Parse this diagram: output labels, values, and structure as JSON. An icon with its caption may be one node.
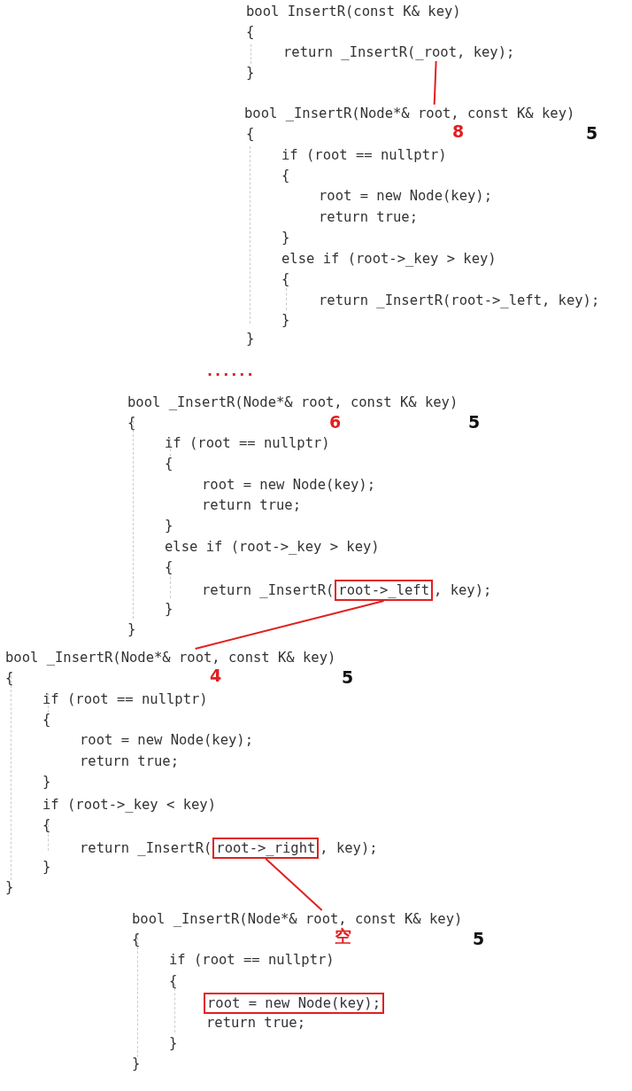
{
  "diagram": {
    "nodes": [
      {
        "text": [
          "_root"
        ]
      },
      {
        "text": [
          "root"
        ]
      },
      {
        "text": [
          "root->_left"
        ]
      },
      {
        "text": [
          "root"
        ]
      },
      {
        "text": [
          "root->_right"
        ]
      },
      {
        "text": [
          "root"
        ]
      },
      {
        "text": [
          "root = new Node(key);"
        ]
      }
    ],
    "edges": [
      {
        "from": 0,
        "to": 1,
        "arrow": "none",
        "color": "#e02020"
      },
      {
        "from": 2,
        "to": 3,
        "arrow": "none",
        "color": "#e02020"
      },
      {
        "from": 4,
        "to": 5,
        "arrow": "none",
        "color": "#e02020"
      }
    ],
    "labels": [
      "bool InsertR(const K& key)",
      "{",
      "return _InsertR(",
      ", key);",
      "}",
      "bool _InsertR(Node*&",
      ", const K& key)",
      "8",
      "5",
      "{",
      "if (root == nullptr)",
      "{",
      "root = new Node(key);",
      "return true;",
      "}",
      "else if (root->_key > key)",
      "{",
      "return _InsertR(root->_left, key);",
      "}",
      "}",
      "......",
      "bool _InsertR(Node*& root, const K& key)",
      "6",
      "5",
      "{",
      "if (root == nullptr)",
      "{",
      "root = new Node(key);",
      "return true;",
      "}",
      "else if (root->_key > key)",
      "{",
      "return _InsertR(",
      ", key);",
      "}",
      "}",
      "bool _InsertR(Node*&",
      ", const K& key)",
      "4",
      "5",
      "{",
      "if (root == nullptr)",
      "{",
      "root = new Node(key);",
      "return true;",
      "}",
      "if (root->_key < key)",
      "{",
      "return _InsertR(",
      ", key);",
      "}",
      "}",
      "bool _InsertR(Node*&",
      ", const K& key)",
      "空",
      "5",
      "{",
      "if (root == nullptr)",
      "{",
      "return true;",
      "}",
      "}"
    ]
  }
}
